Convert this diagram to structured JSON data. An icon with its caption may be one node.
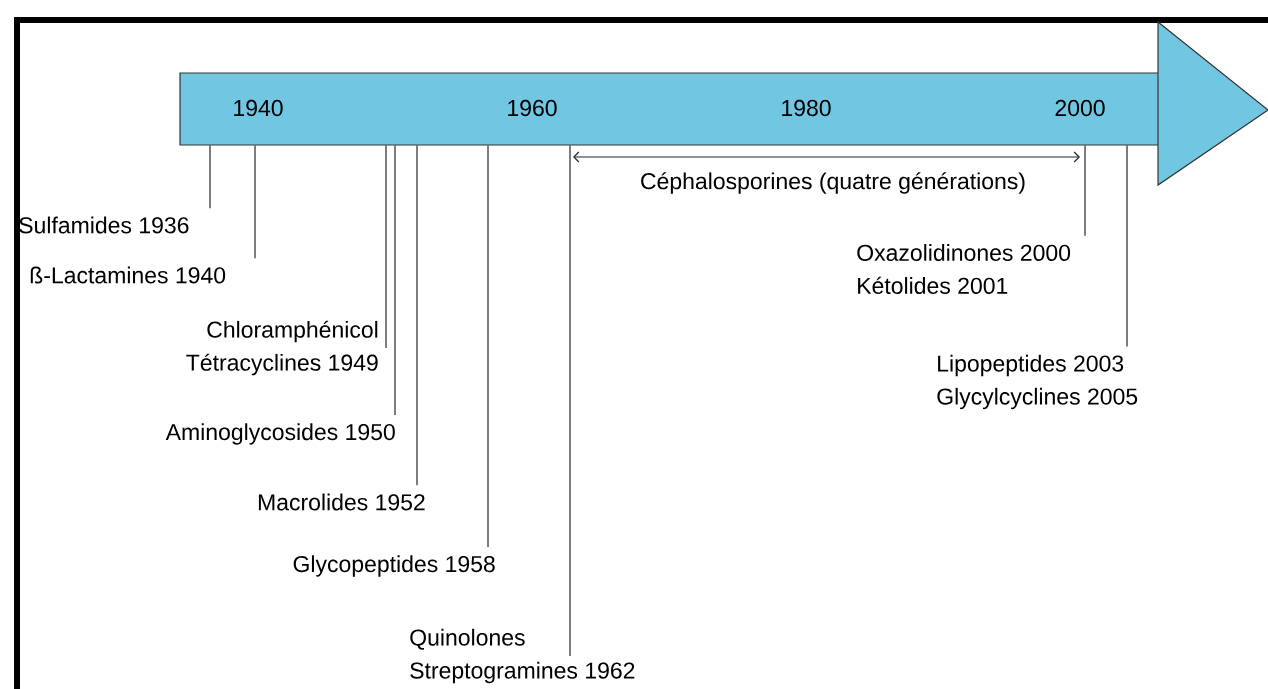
{
  "diagram": {
    "nodes": [
      {
        "text": [
          "1940",
          "1960",
          "1980",
          "2000"
        ]
      },
      {
        "text": [
          "Sulfamides 1936"
        ]
      },
      {
        "text": [
          "ß-Lactamines 1940"
        ]
      },
      {
        "text": [
          "Chloramphénicol",
          "Tétracyclines 1949"
        ]
      },
      {
        "text": [
          "Aminoglycosides 1950"
        ]
      },
      {
        "text": [
          "Macrolides 1952"
        ]
      },
      {
        "text": [
          "Glycopeptides 1958"
        ]
      },
      {
        "text": [
          "Quinolones",
          "Streptogramines 1962"
        ]
      },
      {
        "text": [
          "Oxazolidinones 2000",
          "Kétolides 2001"
        ]
      },
      {
        "text": [
          "Lipopeptides 2003",
          "Glycylcyclines 2005"
        ]
      }
    ],
    "edges": [
      {
        "from": 1,
        "to": 0,
        "arrow": "none"
      },
      {
        "from": 2,
        "to": 0,
        "arrow": "none"
      },
      {
        "from": 3,
        "to": 0,
        "arrow": "none"
      },
      {
        "from": 4,
        "to": 0,
        "arrow": "none"
      },
      {
        "from": 5,
        "to": 0,
        "arrow": "none"
      },
      {
        "from": 6,
        "to": 0,
        "arrow": "none"
      },
      {
        "from": 7,
        "to": 0,
        "arrow": "none"
      },
      {
        "from": 8,
        "to": 0,
        "arrow": "none"
      },
      {
        "from": 9,
        "to": 0,
        "arrow": "none"
      }
    ],
    "labels": [
      "Céphalosporines (quatre générations)"
    ]
  }
}
